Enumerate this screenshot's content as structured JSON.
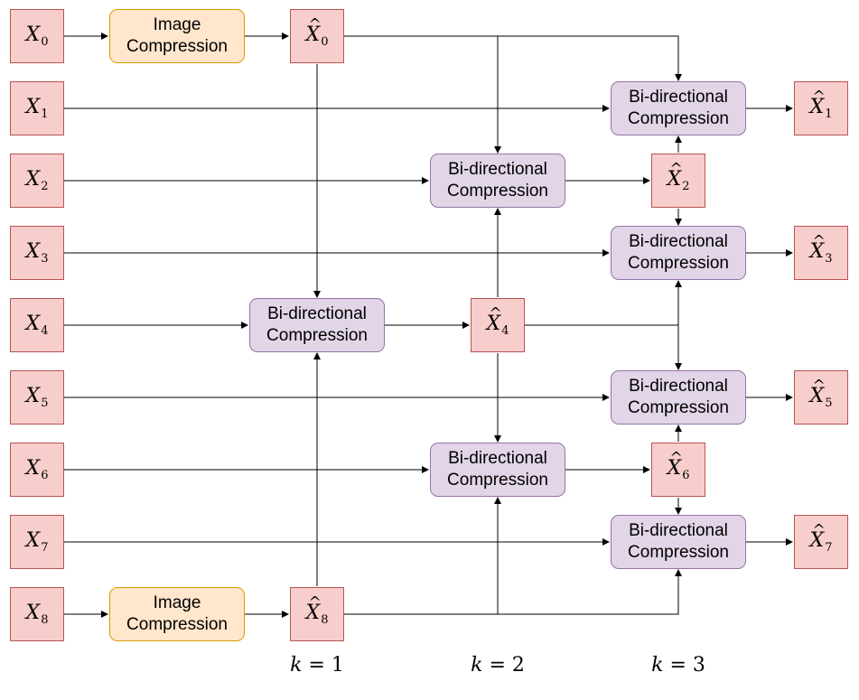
{
  "nodes": {
    "x0": {
      "symbol": "X",
      "sub": "0"
    },
    "x1": {
      "symbol": "X",
      "sub": "1"
    },
    "x2": {
      "symbol": "X",
      "sub": "2"
    },
    "x3": {
      "symbol": "X",
      "sub": "3"
    },
    "x4": {
      "symbol": "X",
      "sub": "4"
    },
    "x5": {
      "symbol": "X",
      "sub": "5"
    },
    "x6": {
      "symbol": "X",
      "sub": "6"
    },
    "x7": {
      "symbol": "X",
      "sub": "7"
    },
    "x8": {
      "symbol": "X",
      "sub": "8"
    },
    "xh0": {
      "symbol": "X",
      "sub": "0"
    },
    "xh8": {
      "symbol": "X",
      "sub": "8"
    },
    "xh4": {
      "symbol": "X",
      "sub": "4"
    },
    "xh2": {
      "symbol": "X",
      "sub": "2"
    },
    "xh6": {
      "symbol": "X",
      "sub": "6"
    },
    "xh1": {
      "symbol": "X",
      "sub": "1"
    },
    "xh3": {
      "symbol": "X",
      "sub": "3"
    },
    "xh5": {
      "symbol": "X",
      "sub": "5"
    },
    "xh7": {
      "symbol": "X",
      "sub": "7"
    }
  },
  "image_compression": {
    "line1": "Image",
    "line2": "Compression"
  },
  "bi_compression": {
    "line1": "Bi-directional",
    "line2": "Compression"
  },
  "levels": [
    {
      "var": "k",
      "eq": "=",
      "value": "1"
    },
    {
      "var": "k",
      "eq": "=",
      "value": "2"
    },
    {
      "var": "k",
      "eq": "=",
      "value": "3"
    }
  ],
  "colors": {
    "frame_fill": "#f8cecc",
    "frame_border": "#b85450",
    "image_comp_fill": "#ffe6cc",
    "image_comp_border": "#d79b00",
    "bi_comp_fill": "#e1d5e7",
    "bi_comp_border": "#9673a6",
    "edge": "#000000"
  }
}
